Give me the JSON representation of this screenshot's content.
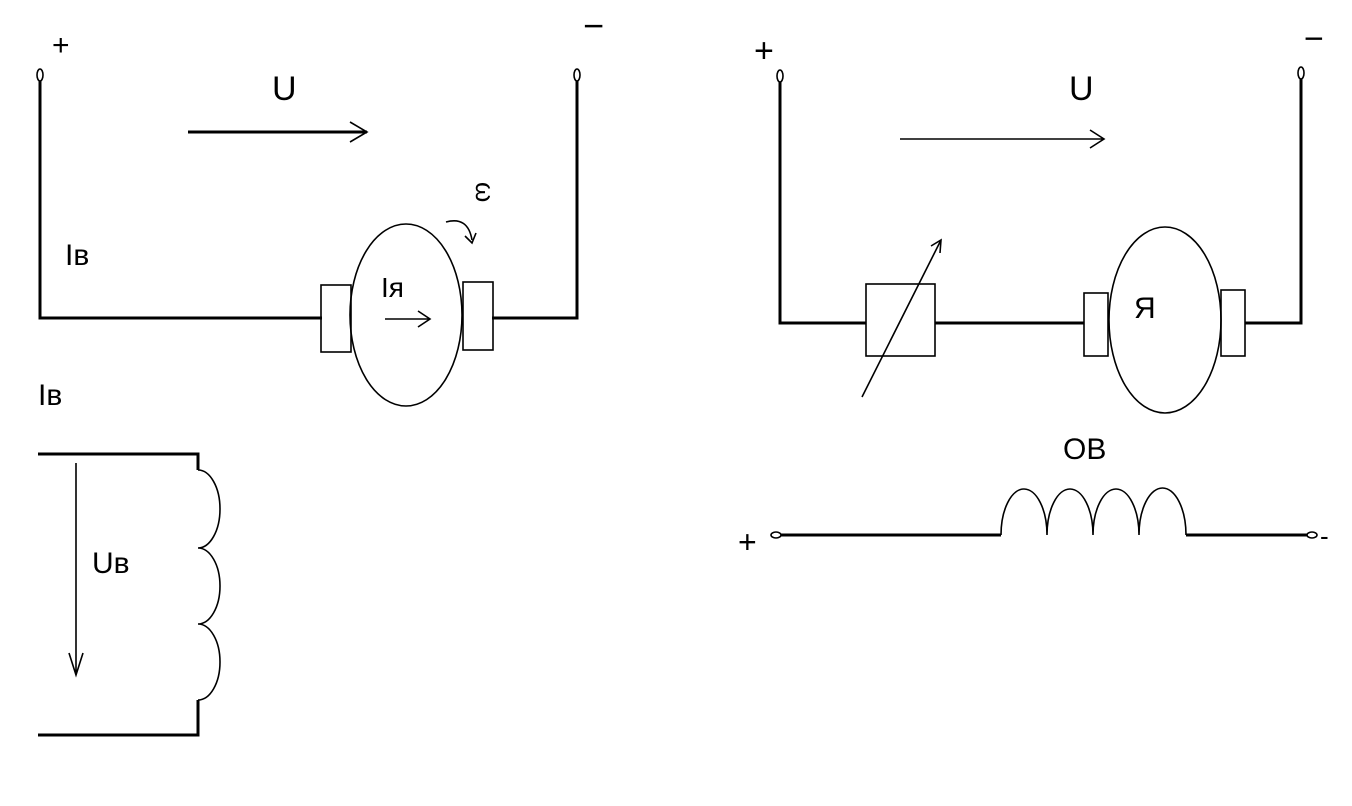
{
  "colors": {
    "background": "#ffffff",
    "ink": "#000000"
  },
  "left_circuit": {
    "plus": "+",
    "minus": "−",
    "voltage": "U",
    "field_current_top": "Iв",
    "omega": "ω",
    "armature_current": "Iя",
    "field_current": "Iв",
    "field_voltage": "Uв"
  },
  "right_circuit": {
    "plus": "+",
    "minus": "−",
    "voltage": "U",
    "armature": "Я",
    "field_winding": "ОВ",
    "field_plus": "+",
    "field_minus": "-"
  }
}
